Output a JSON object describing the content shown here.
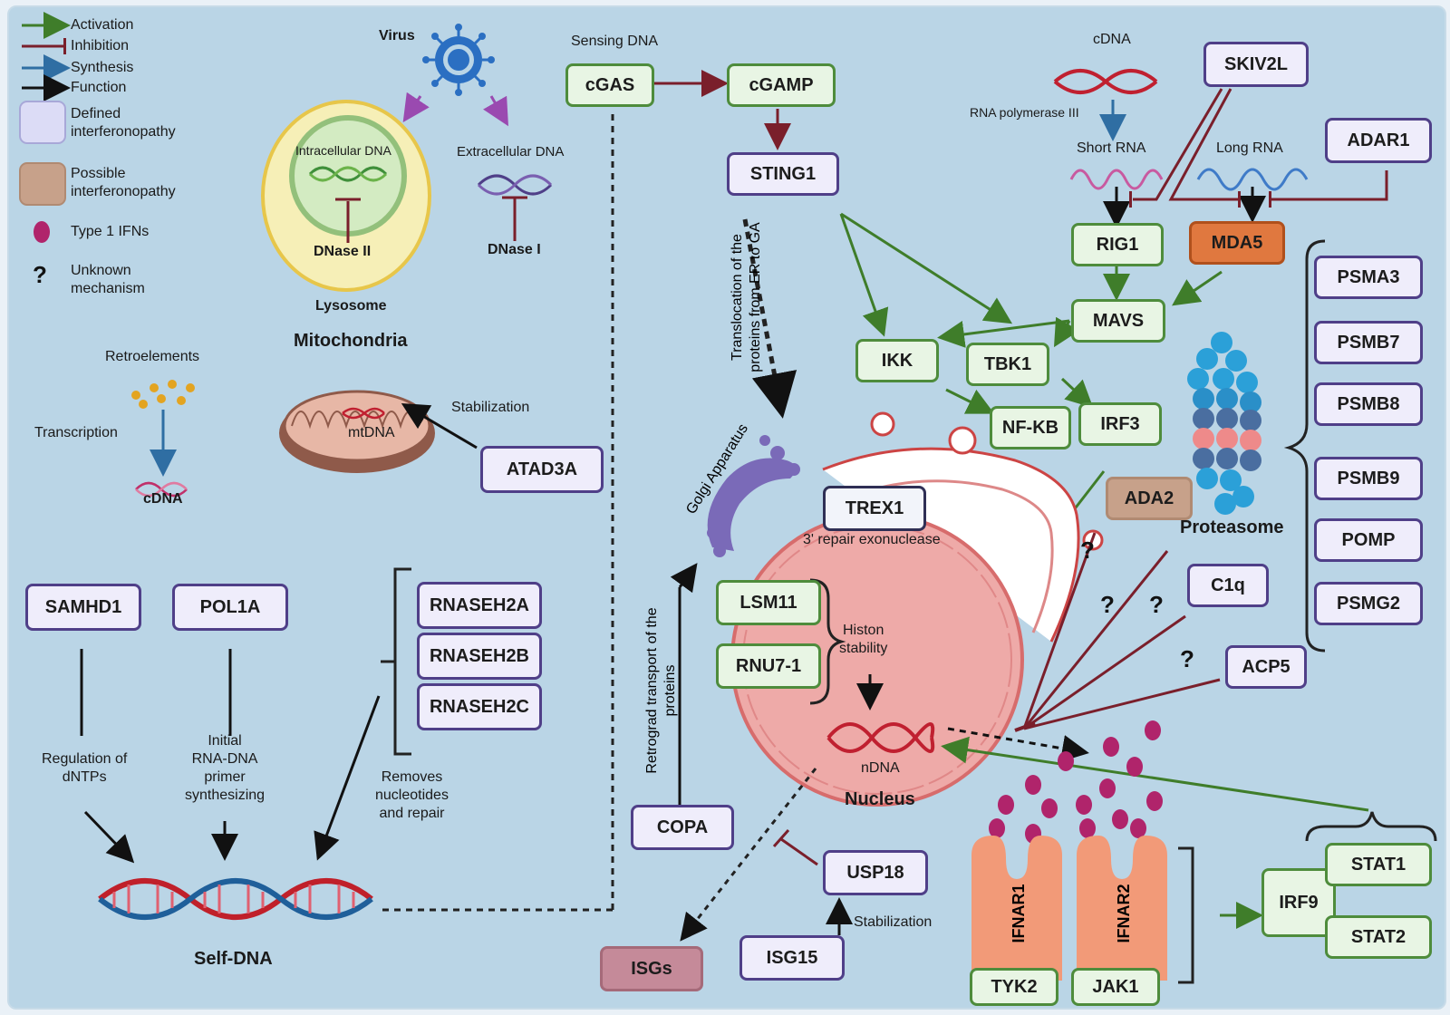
{
  "legend": {
    "activation": "Activation",
    "inhibition": "Inhibition",
    "synthesis": "Synthesis",
    "function": "Function",
    "defined": "Defined\ninterferonopathy",
    "possible": "Possible\ninterferonopathy",
    "type1": "Type 1 IFNs",
    "unknown_symbol": "?",
    "unknown": "Unknown\nmechanism"
  },
  "colors": {
    "activation": "#3f7d2a",
    "inhibition": "#7a1f2b",
    "synthesis": "#2f6ea3",
    "function": "#111111",
    "ifn": "#b0246b"
  },
  "labels": {
    "virus": "Virus",
    "intracellular_dna": "Intracellular DNA",
    "dnase2": "DNase II",
    "extracellular_dna": "Extracellular DNA",
    "dnase1": "DNase I",
    "lysosome": "Lysosome",
    "mitochondria": "Mitochondria",
    "mtdna": "mtDNA",
    "stabilization1": "Stabilization",
    "retroelements": "Retroelements",
    "transcription": "Transcription",
    "cdna_left": "cDNA",
    "sensing_dna": "Sensing DNA",
    "translocation": "Translocation of the\nproteins from ER to GA",
    "golgi": "Golgi Apparatus",
    "cdna_top": "cDNA",
    "rna_pol": "RNA polymerase III",
    "short_rna": "Short RNA",
    "long_rna": "Long RNA",
    "proteasome": "Proteasome",
    "repair_exo": "3' repair exonuclease",
    "histon": "Histon\nstability",
    "ndna": "nDNA",
    "nucleus": "Nucleus",
    "retrograde": "Retrograd transport of the\nproteins",
    "stabilization2": "Stabilization",
    "regulation": "Regulation of\ndNTPs",
    "initial": "Initial\nRNA-DNA\nprimer\nsynthesizing",
    "removes": "Removes\nnucleotides\nand repair",
    "self_dna": "Self-DNA",
    "q": "?"
  },
  "nodes": {
    "cgas": "cGAS",
    "cgamp": "cGAMP",
    "sting1": "STING1",
    "ikk": "IKK",
    "tbk1": "TBK1",
    "nfkb": "NF-KB",
    "irf3": "IRF3",
    "mavs": "MAVS",
    "rig1": "RIG1",
    "mda5": "MDA5",
    "skiv2l": "SKIV2L",
    "adar1": "ADAR1",
    "psma3": "PSMA3",
    "psmb7": "PSMB7",
    "psmb8": "PSMB8",
    "psmb9": "PSMB9",
    "pomp": "POMP",
    "psmg2": "PSMG2",
    "ada2": "ADA2",
    "c1q": "C1q",
    "acp5": "ACP5",
    "trex1": "TREX1",
    "lsm11": "LSM11",
    "rnu71": "RNU7-1",
    "atad3a": "ATAD3A",
    "samhd1": "SAMHD1",
    "pol1a": "POL1A",
    "rnaseh2a": "RNASEH2A",
    "rnaseh2b": "RNASEH2B",
    "rnaseh2c": "RNASEH2C",
    "copa": "COPA",
    "usp18": "USP18",
    "isg15": "ISG15",
    "isgs": "ISGs",
    "ifnar1": "IFNAR1",
    "ifnar2": "IFNAR2",
    "tyk2": "TYK2",
    "jak1": "JAK1",
    "irf9": "IRF9",
    "stat1": "STAT1",
    "stat2": "STAT2"
  }
}
